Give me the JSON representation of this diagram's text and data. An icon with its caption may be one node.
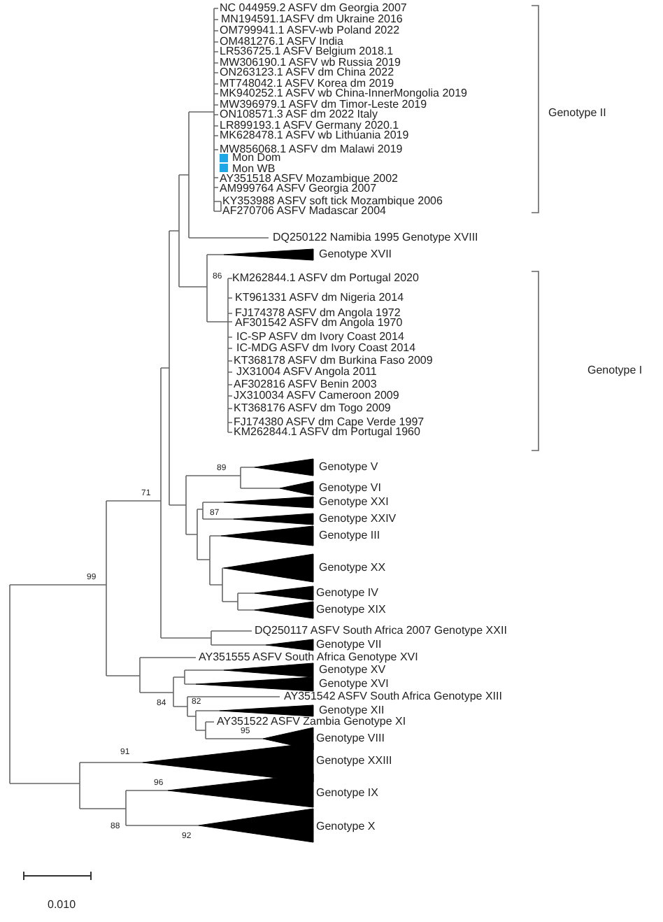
{
  "diagram": {
    "labels": [
      "NC 044959.2 ASFV dm Georgia 2007",
      "MN194591.1ASFV dm Ukraine 2016",
      "OM799941.1 ASFV-wb Poland 2022",
      "OM481276.1 ASFV India",
      "LR536725.1 ASFV Belgium 2018.1",
      "MW306190.1 ASFV wb Russia 2019",
      "ON263123.1 ASFV dm China 2022",
      "MT748042.1 ASFV Korea dm 2019",
      "MK940252.1 ASFV wb China-InnerMongolia 2019",
      "MW396979.1 ASFV dm Timor-Leste 2019",
      "ON108571.3 ASF dm 2022 Italy",
      "Genotype II",
      "LR899193.1 ASFV Germany 2020.1",
      "MK628478.1 ASFV wb Lithuania 2019",
      "MW856068.1 ASFV dm Malawi 2019",
      "Mon Dom",
      "Mon WB",
      "AY351518 ASFV Mozambique 2002",
      "AM999764 ASFV Georgia 2007",
      "KY353988 ASFV soft tick Mozambique 2006",
      "AF270706 ASFV Madascar 2004",
      "DQ250122 Namibia 1995 Genotype XVIII",
      "Genotype XVII",
      "86",
      "KM262844.1 ASFV dm Portugal 2020",
      "KT961331 ASFV dm Nigeria 2014",
      "FJ174378 ASFV dm Angola 1972",
      "AF301542 ASFV dm Angola 1970",
      "IC-SP ASFV dm Ivory Coast 2014",
      "IC-MDG ASFV dm Ivory Coast 2014",
      "KT368178 ASFV dm Burkina Faso 2009",
      "Genotype I",
      "JX31004 ASFV Angola 2011",
      "AF302816 ASFV Benin 2003",
      "JX310034 ASFV Cameroon 2009",
      "KT368176 ASFV dm Togo 2009",
      "FJ174380 ASFV dm Cape Verde 1997",
      "KM262844.1 ASFV dm Portugal 1960",
      "89",
      "Genotype V",
      "Genotype VI",
      "71",
      "Genotype XXI",
      "87",
      "Genotype XXIV",
      "Genotype III",
      "99",
      "Genotype XX",
      "Genotype IV",
      "Genotype XIX",
      "DQ250117 ASFV South Africa 2007 Genotype XXII",
      "Genotype VII",
      "AY351555 ASFV South Africa Genotype XVI",
      "Genotype XV",
      "Genotype XVI",
      "84",
      "AY351542 ASFV South Africa Genotype XIII",
      "82",
      "Genotype XII",
      "AY351522 ASFV Zambia Genotype XI",
      "95",
      "Genotype VIII",
      "91",
      "Genotype XXIII",
      "96",
      "Genotype IX",
      "88",
      "Genotype X",
      "92",
      "0.010"
    ]
  }
}
